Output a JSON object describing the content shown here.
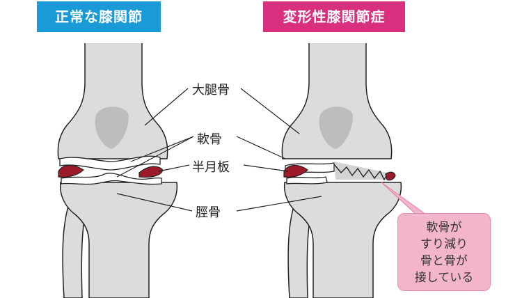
{
  "titles": {
    "normal": "正常な膝関節",
    "oa": "変形性膝関節症"
  },
  "labels": {
    "femur": "大腿骨",
    "cartilage": "軟骨",
    "meniscus": "半月板",
    "tibia": "脛骨"
  },
  "callout": {
    "lines": [
      "軟骨が",
      "すり減り",
      "骨と骨が",
      "接している"
    ]
  },
  "colors": {
    "normal_badge": "#1a9bd7",
    "oa_badge": "#d8307f",
    "bone_fill": "#dcdcdc",
    "meniscus_fill": "#9b1b2b",
    "callout_fill": "#f3b5cc",
    "callout_border": "#e58ab0"
  }
}
